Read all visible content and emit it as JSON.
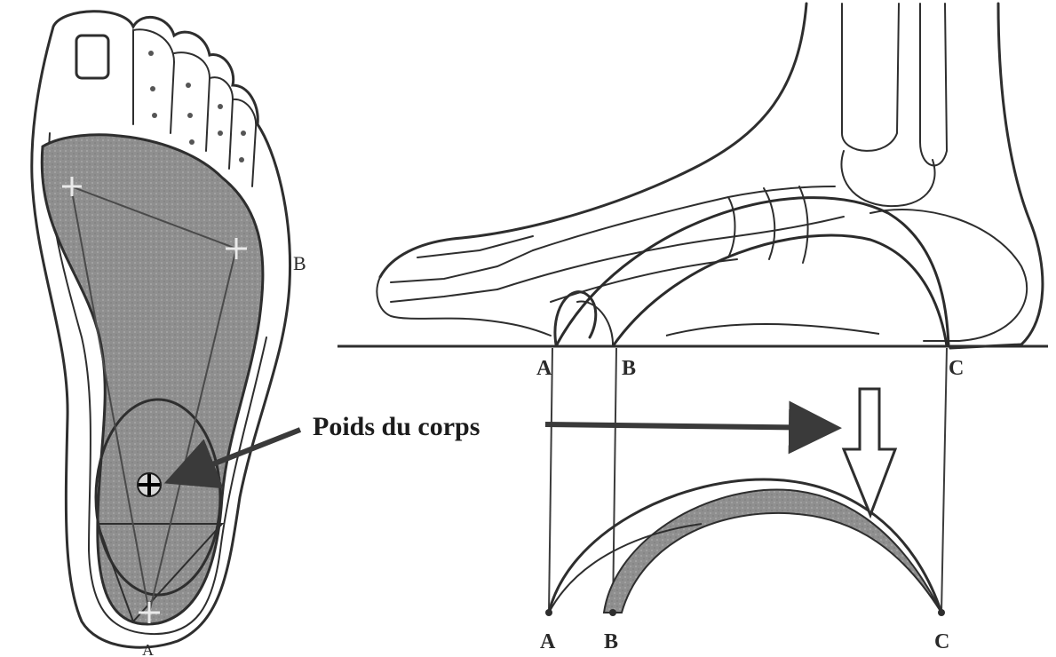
{
  "caption": "Poids du corps",
  "points": {
    "top": [
      "A",
      "B",
      "C"
    ],
    "bottom": [
      "A",
      "B",
      "C"
    ],
    "sole_side": "B",
    "sole_heel": "A"
  },
  "colors": {
    "ink": "#2e2e2e",
    "shade": "#8c8c8c",
    "arrow": "#3a3a3a"
  }
}
